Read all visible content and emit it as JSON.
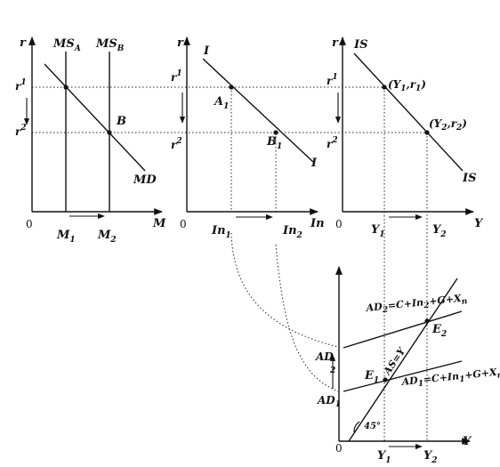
{
  "panel1": {
    "axis_r": "r",
    "axis_m": "M",
    "origin": "0",
    "ms_a": "MS",
    "ms_a_sub": "A",
    "ms_b": "MS",
    "ms_b_sub": "B",
    "point_b": "B",
    "md": "MD",
    "r1": "r",
    "r1_sub": "1",
    "r2": "r",
    "r2_sub": "2",
    "m1": "M",
    "m1_sub": "1",
    "m2": "M",
    "m2_sub": "2"
  },
  "panel2": {
    "axis_r": "r",
    "axis_in": "In",
    "origin": "0",
    "i_top": "I",
    "i_bottom": "I",
    "a1": "A",
    "a1_sub": "1",
    "b1": "B",
    "b1_sub": "1",
    "r1": "r",
    "r1_sub": "1",
    "r2": "r",
    "r2_sub": "2",
    "in1": "In",
    "in1_sub": "1",
    "in2": "In",
    "in2_sub": "2"
  },
  "panel3": {
    "axis_r": "r",
    "axis_y": "Y",
    "origin": "0",
    "is_top": "IS",
    "is_bottom": "IS",
    "pt1": "(Y",
    "pt1_sub1": "1",
    "pt1_mid": ",r",
    "pt1_sub2": "1",
    "pt1_end": ")",
    "pt2": "(Y",
    "pt2_sub1": "2",
    "pt2_mid": ",r",
    "pt2_sub2": "2",
    "pt2_end": ")",
    "r1": "r",
    "r1_sub": "1",
    "r2": "r",
    "r2_sub": "2",
    "y1": "Y",
    "y1_sub": "1",
    "y2": "Y",
    "y2_sub": "2"
  },
  "panel4": {
    "axis_y": "Y",
    "origin": "0",
    "ad2": "AD",
    "ad2_sub": "2",
    "ad1": "AD",
    "ad1_sub": "1",
    "ad2_eq_a": "AD",
    "ad2_eq_sub": "2",
    "ad2_eq_b": "=C+In",
    "ad2_eq_sub2": "2",
    "ad2_eq_c": "+G+X",
    "ad2_eq_sub3": "n",
    "ad1_eq_a": "AD",
    "ad1_eq_sub": "1",
    "ad1_eq_b": "=C+In",
    "ad1_eq_sub2": "1",
    "ad1_eq_c": "+G+X",
    "ad1_eq_sub3": "n",
    "as_eq": "AS=Y",
    "e1": "E",
    "e1_sub": "1",
    "e2": "E",
    "e2_sub": "2",
    "angle": "45°",
    "y1": "Y",
    "y1_sub": "1",
    "y2": "Y",
    "y2_sub": "2"
  }
}
